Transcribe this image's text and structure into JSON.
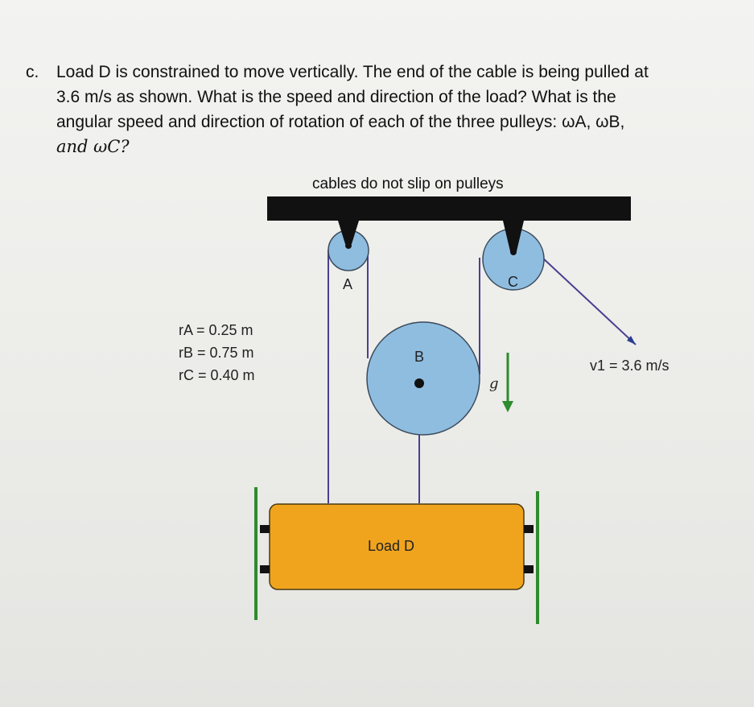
{
  "problem": {
    "label": "c.",
    "line1": "Load D is constrained to move vertically.  The end of the cable is being pulled at",
    "line2": "3.6 m/s as shown.  What is the speed and direction of the load?  What is the",
    "line3": "angular speed and direction of rotation of each of the three pulleys: ωA, ωB,",
    "line4": "and ωC?"
  },
  "diagram": {
    "caption": "cables do not slip on pulleys",
    "pulley_a_label": "A",
    "pulley_b_label": "B",
    "pulley_c_label": "C",
    "load_label": "Load D",
    "gravity_label": "g",
    "velocity_label": "v1 = 3.6 m/s",
    "radius_a": "rA = 0.25 m",
    "radius_b": "rB = 0.75 m",
    "radius_c": "rC = 0.40 m"
  },
  "colors": {
    "ceiling": "#111111",
    "pulley_fill": "#8fbde0",
    "pulley_stroke": "#3a4a5a",
    "cable": "#4a3f8f",
    "load_fill": "#f0a41e",
    "guide_rail": "#2e8b2e",
    "gravity_arrow": "#2e8b2e",
    "velocity_arrow": "#2b3d8f"
  }
}
